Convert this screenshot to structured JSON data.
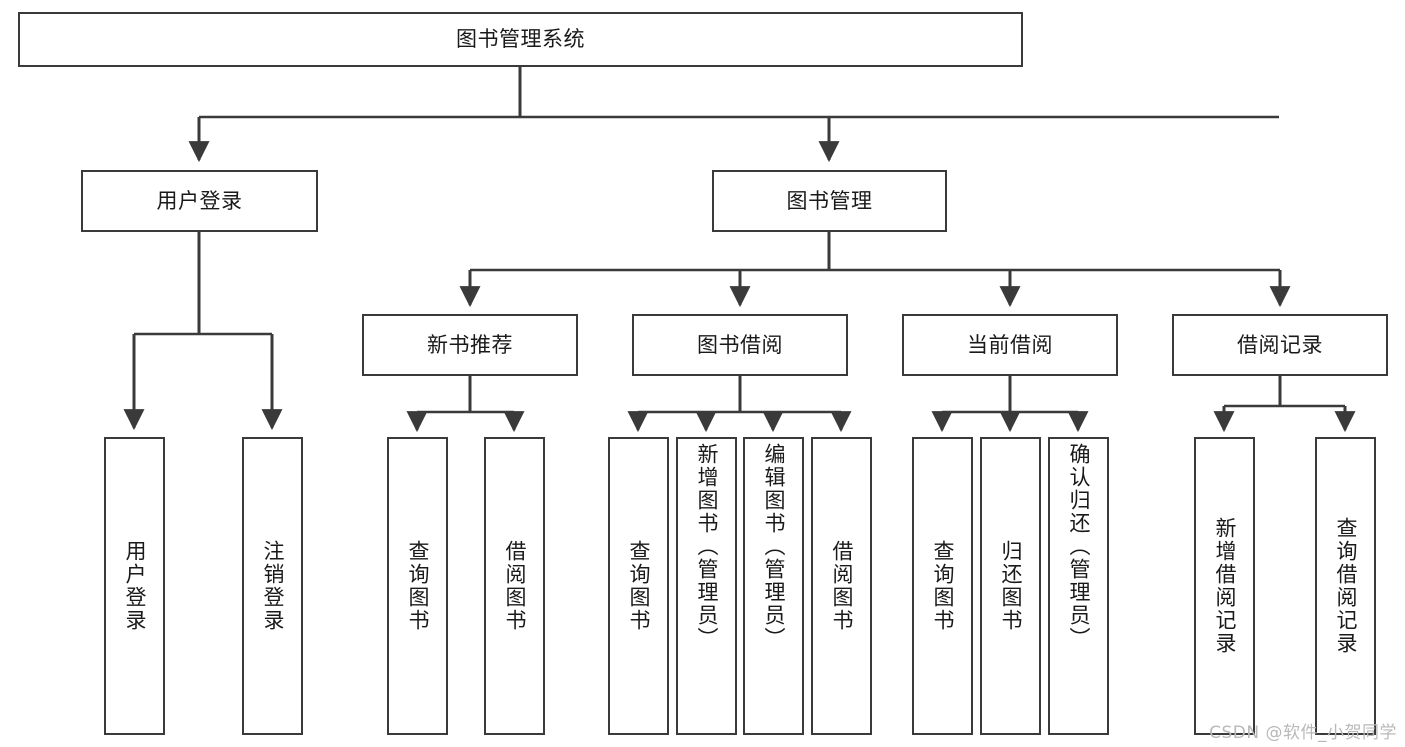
{
  "diagram": {
    "title": "图书管理系统",
    "type": "tree",
    "line_color": "#3a3a3a",
    "box_fill": "#ffffff",
    "text_color": "#1a1a1a",
    "watermark": "CSDN @软件_小贺同学",
    "root": {
      "label": "图书管理系统"
    },
    "level2": [
      {
        "id": "user-login",
        "label": "用户登录"
      },
      {
        "id": "book-manage",
        "label": "图书管理"
      }
    ],
    "level3": [
      {
        "id": "new-book-recommend",
        "label": "新书推荐"
      },
      {
        "id": "book-borrow",
        "label": "图书借阅"
      },
      {
        "id": "current-borrow",
        "label": "当前借阅"
      },
      {
        "id": "borrow-record",
        "label": "借阅记录"
      }
    ],
    "leaves": {
      "user_login": [
        {
          "id": "leaf-user-login",
          "label": "用户登录"
        },
        {
          "id": "leaf-logout",
          "label": "注销登录"
        }
      ],
      "new_book_recommend": [
        {
          "id": "leaf-query-book-1",
          "label": "查询图书"
        },
        {
          "id": "leaf-borrow-book-1",
          "label": "借阅图书"
        }
      ],
      "book_borrow": [
        {
          "id": "leaf-query-book-2",
          "label": "查询图书"
        },
        {
          "id": "leaf-add-book",
          "label": "新增图书（管理员）"
        },
        {
          "id": "leaf-edit-book",
          "label": "编辑图书（管理员）"
        },
        {
          "id": "leaf-borrow-book-2",
          "label": "借阅图书"
        }
      ],
      "current_borrow": [
        {
          "id": "leaf-query-book-3",
          "label": "查询图书"
        },
        {
          "id": "leaf-return-book",
          "label": "归还图书"
        },
        {
          "id": "leaf-confirm-return",
          "label": "确认归还（管理员）"
        }
      ],
      "borrow_record": [
        {
          "id": "leaf-add-record",
          "label": "新增借阅记录"
        },
        {
          "id": "leaf-query-record",
          "label": "查询借阅记录"
        }
      ]
    }
  }
}
